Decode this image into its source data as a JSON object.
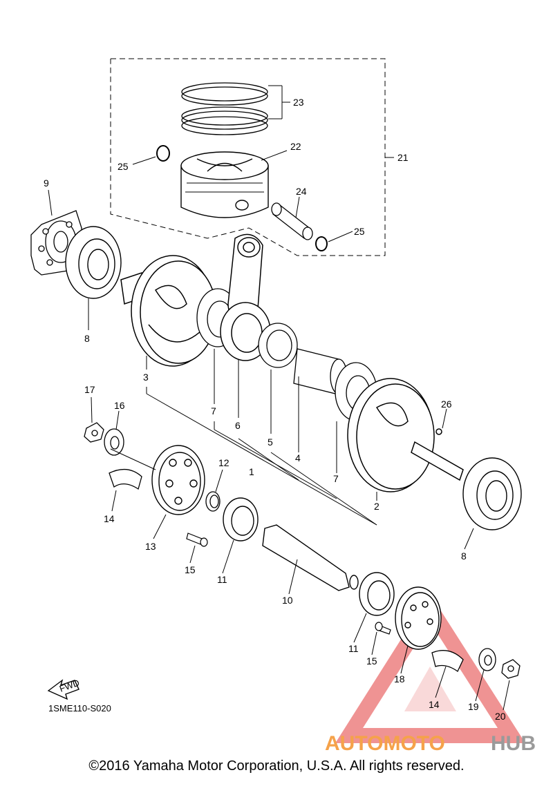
{
  "diagram_code": "1SME110-S020",
  "fwd_label": "FWD",
  "copyright": "©2016 Yamaha Motor Corporation, U.S.A. All rights reserved.",
  "watermark": {
    "part1": "AUTOMOTO",
    "part2": "HUB",
    "color1": "#f5a24a",
    "color2": "#9a9a9a",
    "triangle_color": "#e23b3b"
  },
  "callouts": {
    "c1": "1",
    "c2": "2",
    "c3": "3",
    "c4": "4",
    "c5": "5",
    "c6": "6",
    "c7a": "7",
    "c7b": "7",
    "c8a": "8",
    "c8b": "8",
    "c9": "9",
    "c10": "10",
    "c11a": "11",
    "c11b": "11",
    "c12": "12",
    "c13": "13",
    "c14a": "14",
    "c14b": "14",
    "c15a": "15",
    "c15b": "15",
    "c16": "16",
    "c17": "17",
    "c18": "18",
    "c19": "19",
    "c20": "20",
    "c21": "21",
    "c22": "22",
    "c23": "23",
    "c24": "24",
    "c25a": "25",
    "c25b": "25",
    "c26": "26"
  }
}
